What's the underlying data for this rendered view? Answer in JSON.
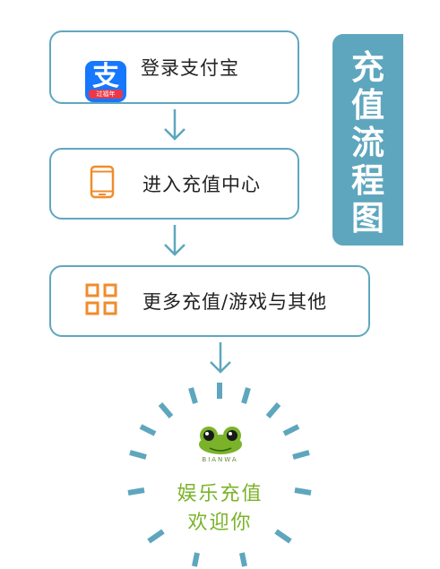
{
  "steps": [
    {
      "label": "登录支付宝",
      "icon": "alipay-app-icon",
      "icon_glyph": "支",
      "icon_badge": "过福年"
    },
    {
      "label": "进入充值中心",
      "icon": "phone-icon"
    },
    {
      "label": "更多充值/游戏与其他",
      "icon": "grid-icon"
    }
  ],
  "side_tab": {
    "chars": [
      "充",
      "值",
      "流",
      "程",
      "图"
    ]
  },
  "badge": {
    "brand": "BIANWA",
    "line1": "娱乐充值",
    "line2": "欢迎你"
  },
  "colors": {
    "accent": "#5ea6be",
    "orange": "#f08c2c",
    "green": "#7ab32a"
  }
}
